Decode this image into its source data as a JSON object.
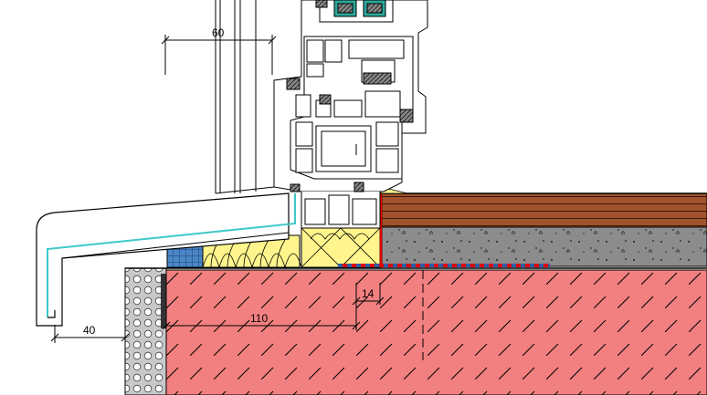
{
  "dimensions": {
    "frame_depth": "60",
    "sill_overhang": "40",
    "insulation_width": "110",
    "tape_offset": "14"
  },
  "colors": {
    "brick": "#f28080",
    "concrete": "#8c8c8c",
    "wood": "#a0522d",
    "insulation": "#fff58c",
    "seal_blue": "#2d5fa8",
    "seal_red": "#e00000",
    "sill_tape": "#3ec9c9",
    "perforated_block": "#bdbdbd"
  }
}
